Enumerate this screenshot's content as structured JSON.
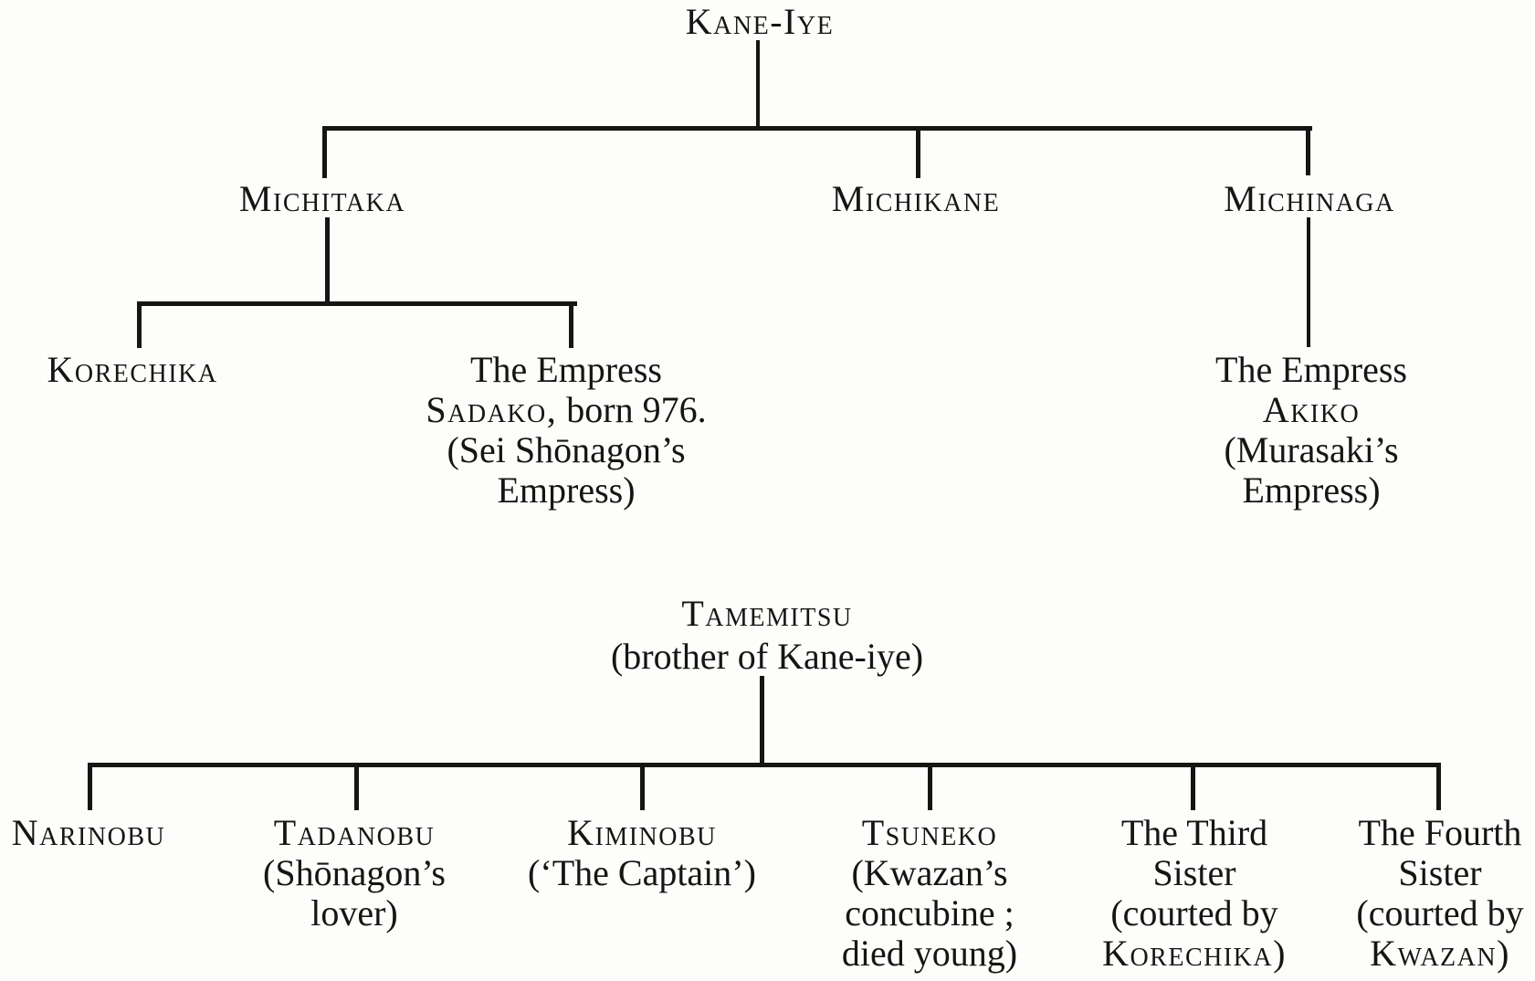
{
  "page": {
    "background": "#fdfdfb",
    "ink_color": "#171514",
    "description": "Printed genealogy chart of the Fujiwara family"
  },
  "family_tree_top": {
    "root": "Kane-Iye",
    "generation1": [
      "Michitaka",
      "Michikane",
      "Michinaga"
    ],
    "korechika": "Korechika",
    "sadako": {
      "line1": "The Empress",
      "name": "Sadako,",
      "name_suffix": " born 976.",
      "line3": "(Sei Shōnagon’s",
      "line4": "Empress)"
    },
    "akiko": {
      "line1": "The Empress",
      "name": "Akiko",
      "line3": "(Murasaki’s",
      "line4": "Empress)"
    }
  },
  "family_tree_bottom": {
    "root_name": "Tamemitsu",
    "root_note": "(brother of Kane-iye)",
    "children": [
      {
        "name": "Narinobu"
      },
      {
        "name": "Tadanobu",
        "note1": "(Shōnagon’s",
        "note2": "lover)"
      },
      {
        "name": "Kiminobu",
        "note1": "(‘The Captain’)"
      },
      {
        "name": "Tsuneko",
        "note1": "(Kwazan’s",
        "note2": "concubine ;",
        "note3": "died young)"
      },
      {
        "line1": "The Third",
        "line2": "Sister",
        "note1": "(courted by",
        "name2": "Korechika)"
      },
      {
        "line1": "The Fourth",
        "line2": "Sister",
        "note1": "(courted by",
        "name2": "Kwazan)"
      }
    ]
  }
}
